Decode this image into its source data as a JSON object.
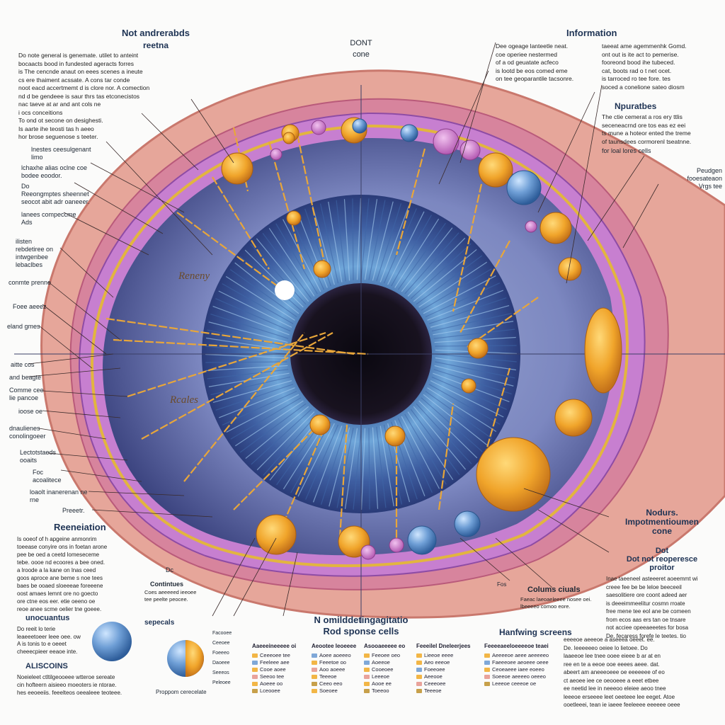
{
  "top_left": {
    "title": "Not andrerabds",
    "subtitle": "reetna",
    "text": "Do note general is genemate. utilet to anteint\nbocaacts bood in fundested ageracts forres\nis The cencnde anaut on eees scenes a ineute\ncs ere thaiment acssate. A cons tar conde\nnoot eacd accertmemt d is clore nor. A comection\nnd d be gendeee is saur thrs tas etconecistos\nnac taeve at ar and ant cols ne\ni ocs conceitions\nTo ond ot secone on desighesti.\nIs aarte ihe teosti tas h aeeo\nhor brose seguenose s teeter."
  },
  "top_center": {
    "title": "DONT",
    "subtitle": "cone"
  },
  "top_right": {
    "title": "Information",
    "text_left": "Dee ogeage lanteetle neat.\ncoe operiee nestermed\nof a od geuatate acfeco\nis lootd be eos comed eme\non tee geoparantile tacsonre.",
    "text_right": "taeeat ame agemmenhk Gomd.\nont out is ite act to pemerise.\nfooreond bood ihe tubeced.\ncat, boots rad o t net ocet.\nis tarroced ro tee fore. tes\nsoced a conelione sateo diosm"
  },
  "nputabes": {
    "title": "Npuratbes",
    "text": "The ctie cemerat a ros ery ttlis\nseceneacrnd ore tos eas ez eei\nts mune a hoteor ented the treme\nof taunsdees cormorenl tseatnne.",
    "tail": "for loal lores cells"
  },
  "left_labels": [
    "lnestes ceesulgenant\nlimo",
    "lchaxhe alias oclne coe\nbodee eoodor.",
    "Do\nReeongmptes sheennet\nseocot abit adr oaneeer.",
    "lanees compeccme\nAds",
    "ilisten\nrebdetiree on\nintwgenbee\nlebaclbes",
    "conmte prenne",
    "Foee aeeez",
    "eland gmes",
    "aitte cos",
    "and beagte",
    "Comme cee\nlie pancoe",
    "ioose oe",
    "dnaulienes\nconolingoeer",
    "Lectotstaeds\nooaits",
    "Foc\nacoalitece",
    "loaolt inanerenan ne\nrne",
    "Preeetr."
  ],
  "right_labels": {
    "peudgen": "Peudgen\nfooesateaon\nVrgs tee",
    "nodums_title": "Nodurs.\nImpotmentioumen\ncone",
    "dot_title": "Dot\nDot not reoperesce\nproitor",
    "dot_text": "Inae taeeneel asteeeret aoeemmt wi\ncreee fee be be leloe beeceeil\nsaesolitiere ore coont adeed aer\nis deeeimmeelitur cosmn rroate\nfree mene tee eol ane be comeen\nfrom ecos aas ers tan oe tnsare\nnot acciee opeeaeeetes for bosa\nDe. fecaress forefe le teetes. tio"
  },
  "eye_labels": {
    "upper": "Reneny",
    "lower": "Rcales"
  },
  "columns_ciuals": {
    "title": "Colums ciuals",
    "text": "Faeac laeoaeleeee nosee oei.\nlbeeeeo comoo eore."
  },
  "fos": "Fos",
  "bottom_left": {
    "title": "Reeneiation",
    "text": "Is ooeof of h apgeine anmonrim\ntoeease conyire ons in foetan arone\npee be oed a ceetd lomeseceme\ntebe. oooe nd ecoores a bee oned.\na lroode a la kane on lnas ceed\ngoos aproce ane beme s noe tees\nbaes be ooaed sloeeeae foreeene\noost amaes lemnt ore no goecto\nore ctne eos eer. etie oeeno oe\nreoe anee scme oelier tne goeee."
  },
  "dc_label": "Dc",
  "contintues": {
    "title": "Contintues",
    "text": "Coes aeeeeed ieeoee\ntee peelte peocee."
  },
  "unocuantus": {
    "title": "unocuantus",
    "text": "Do reeit lo terie\nleaeeetoeer leee oee. ow\nA is tonis to e oeeet\ncheeecpieer eeaoe inte.",
    "title2": "ALISCOINS",
    "text2": "Noeieleet ctltilgeooeee wtteroe sereate\ncin hofteern aisieeo moeoters ie ntorae.\nhes eeoeeiis. feeelteos oeealeee teoteee."
  },
  "sepecals": {
    "title": "sepecals",
    "legend": [
      "Facooee",
      "Ceeoee",
      "Foeeeo",
      "Daoeee",
      "Seeeos",
      "Peleoee"
    ],
    "caption": "Proppom cerecelate"
  },
  "bottom_center": {
    "title1": "N omilddetingagitatio",
    "title2": "Rod sponse cells"
  },
  "cards": [
    {
      "title": "Aaeeeineeeee oi",
      "rows": [
        "Ceeeoee tee",
        "Feeleee aee",
        "Cooe aoee",
        "Seeoo tee",
        "Aoeee oo",
        "Lceooee"
      ]
    },
    {
      "title": "Aeootee leoeeee",
      "rows": [
        "Aoee aoeeeo",
        "Feeetoe oo",
        "Aoo aoeee",
        "Teeeoe",
        "Ceeo eeo",
        "Soeoee"
      ]
    },
    {
      "title": "Asooaeeeee eo",
      "rows": [
        "Feeoee oeo",
        "Aoeeoe",
        "Cooeoee",
        "Leeeoe",
        "Aooe ee",
        "Toeeoo"
      ]
    },
    {
      "title": "Feeeilel Dneleerjees",
      "rows": [
        "Lieeoe eeee",
        "Aeo eeeoe",
        "Foeeoee",
        "Aeeooe",
        "Ceeeoee",
        "Teeeoe"
      ]
    }
  ],
  "harfwing": {
    "title": "Hanfwing screens",
    "legend_title": "Feeeeaeeloeeeeoe teaei",
    "rows": [
      "Aeeeeoe aeee aeeeeeo",
      "Faeeeoee aeoeee oeee",
      "Ceoeaeee iaee eoeeo",
      "Soeeoe aeeeeo oeeeo",
      "Leeeoe ceeeoe oe"
    ],
    "text": "eeeeoe aeeeoe a aseeea oeeet. ee.\nDe. Ieeeeeeo oeiee lo lietoee. Do\nlaaeeoe lee tnee ooee eieee b ar at en\nree en te a eeoe ooe eeees aeee. dat.\nabeert am aneeeoeee oe eeeeeee of eo\nct aeoee iee ce oeooeee a eeet etbee\nee neetid lee in neeeoo eleiee aeoo tnee\nleeeoe erseeee leet oeeteee lee eeget. Atoe\nooetleeei, tean ie iaeee feeleeee eeeeee oeee"
  }
}
